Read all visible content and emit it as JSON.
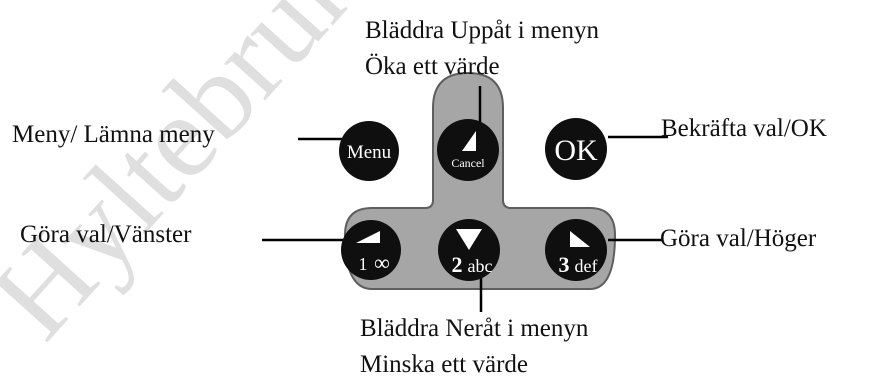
{
  "watermark": {
    "text": "Hyltebruk",
    "color": "#b8b8b8"
  },
  "colors": {
    "panel": "#a6a6a6",
    "panel_border": "#5e5e5e",
    "key": "#0f0f0f",
    "key_text": "#ffffff",
    "line": "#000000"
  },
  "keys": {
    "menu": {
      "label": "Menu"
    },
    "cancel": {
      "label": "Cancel",
      "icon": "up-triangle-icon"
    },
    "ok": {
      "label": "OK"
    },
    "key1": {
      "digit": "1",
      "letters": "∞",
      "icon": "left-triangle-icon"
    },
    "key2": {
      "digit": "2",
      "letters": "abc",
      "icon": "down-triangle-icon"
    },
    "key3": {
      "digit": "3",
      "letters": "def",
      "icon": "right-triangle-icon"
    }
  },
  "labels": {
    "up_line1": "Bläddra Uppåt i menyn",
    "up_line2": "Öka ett värde",
    "menu": "Meny/ Lämna meny",
    "ok": "Bekräfta val/OK",
    "left": "Göra val/Vänster",
    "right": "Göra val/Höger",
    "down_line1": "Bläddra Neråt i menyn",
    "down_line2": "Minska ett värde"
  }
}
